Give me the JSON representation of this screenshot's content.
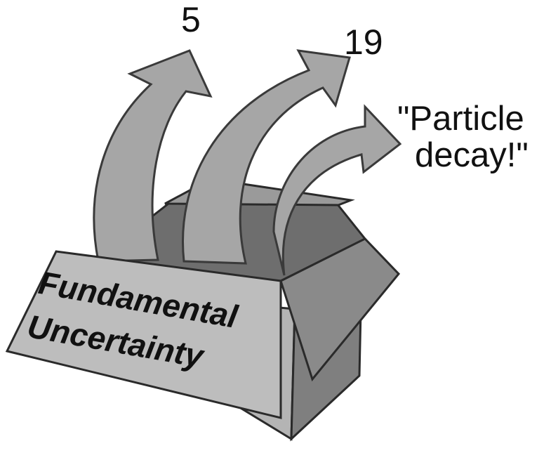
{
  "box": {
    "label_line1": "Fundamental",
    "label_line2": "Uncertainty"
  },
  "outcomes": {
    "first": "5",
    "second": "19",
    "third_line1": "\"Particle",
    "third_line2": "decay!\""
  },
  "colors": {
    "arrow_fill": "#a6a6a6",
    "box_front": "#b8b8b8",
    "box_side": "#8f8f8f",
    "box_inner": "#6e6e6e",
    "outline": "#2a2a2a"
  }
}
